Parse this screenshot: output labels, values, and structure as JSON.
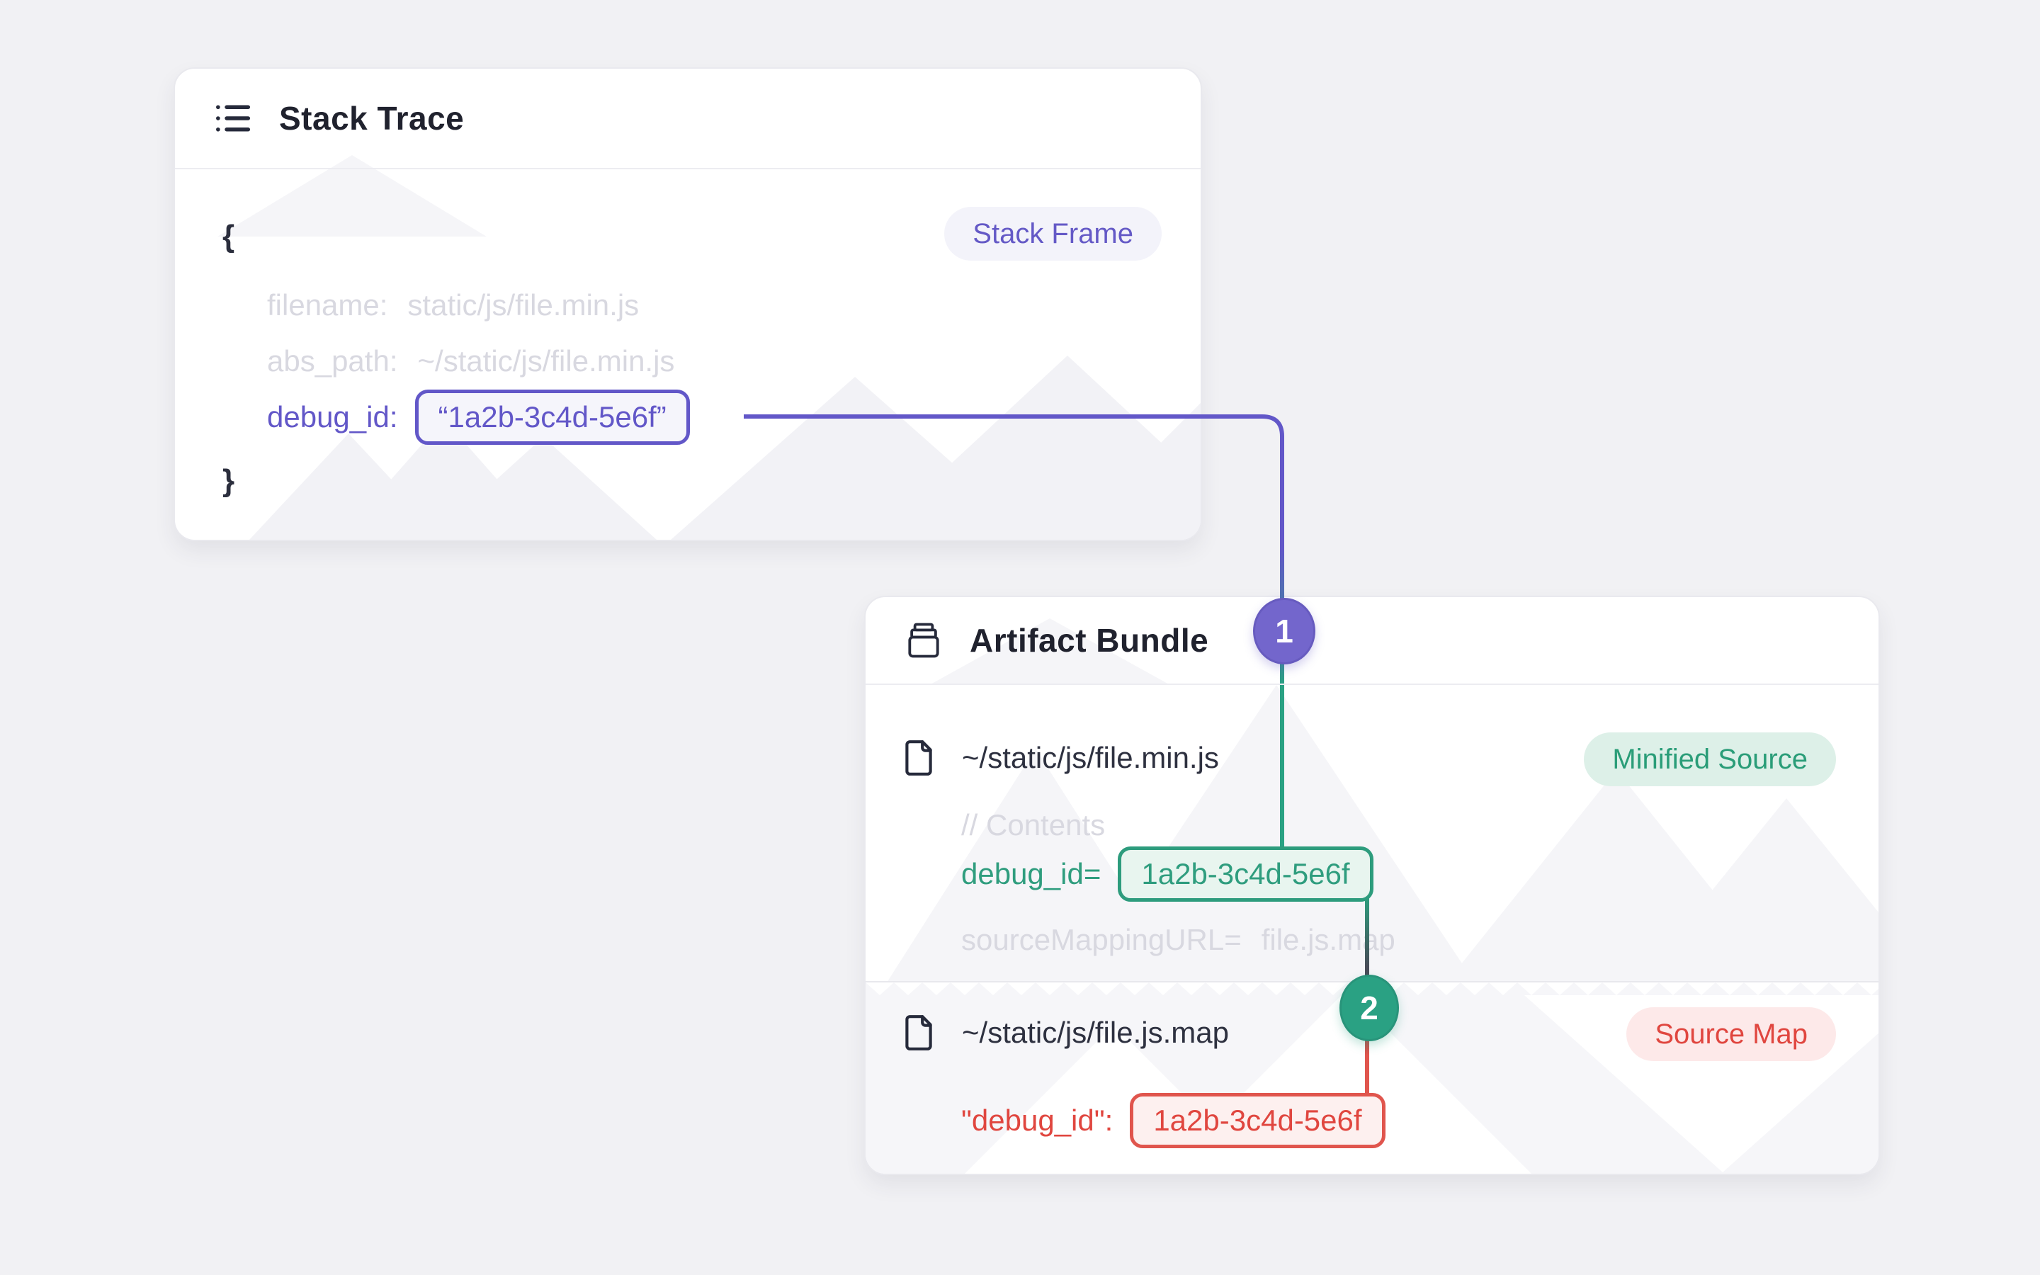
{
  "page": {
    "background_color": "#f1f1f4"
  },
  "colors": {
    "indigo": "#6257c8",
    "indigo_step_fill": "#7366cc",
    "teal": "#2f9d7e",
    "teal_line": "#2aa183",
    "red": "#e0463f",
    "red_border": "#e0554d",
    "dark_text": "#2e3140",
    "muted_text": "#d8d8e0",
    "connector_dark": "#474b57"
  },
  "stack_trace": {
    "title": "Stack Trace",
    "frame_badge": "Stack Frame",
    "code": {
      "open_brace": "{",
      "filename_label": "filename:",
      "filename_value": "static/js/file.min.js",
      "abs_path_label": "abs_path:",
      "abs_path_value": "~/static/js/file.min.js",
      "debug_id_label": "debug_id:",
      "debug_id_value": "“1a2b-3c4d-5e6f”",
      "close_brace": "}"
    }
  },
  "artifact_bundle": {
    "title": "Artifact Bundle",
    "minified_source": {
      "path": "~/static/js/file.min.js",
      "badge": "Minified Source",
      "comment": "// Contents",
      "debug_id_label": "debug_id=",
      "debug_id_value": "1a2b-3c4d-5e6f",
      "source_mapping_label": "sourceMappingURL=",
      "source_mapping_value": "file.js.map"
    },
    "source_map": {
      "path": "~/static/js/file.js.map",
      "badge": "Source Map",
      "debug_id_label": "\"debug_id\":",
      "debug_id_value": "1a2b-3c4d-5e6f"
    }
  },
  "connectors": {
    "step1_label": "1",
    "step2_label": "2"
  }
}
